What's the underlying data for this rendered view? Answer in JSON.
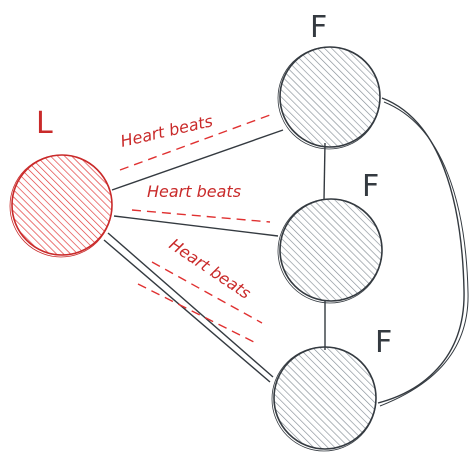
{
  "diagram": {
    "nodes": [
      {
        "id": "leader",
        "label": "L",
        "role": "leader",
        "color": "#c92a2a"
      },
      {
        "id": "follower-1",
        "label": "F",
        "role": "follower",
        "color": "#343a40"
      },
      {
        "id": "follower-2",
        "label": "F",
        "role": "follower",
        "color": "#343a40"
      },
      {
        "id": "follower-3",
        "label": "F",
        "role": "follower",
        "color": "#343a40"
      }
    ],
    "edges": [
      {
        "from": "leader",
        "to": "follower-1",
        "label": "Heart beats"
      },
      {
        "from": "leader",
        "to": "follower-2",
        "label": "Heart beats"
      },
      {
        "from": "leader",
        "to": "follower-3",
        "label": "Heart beats"
      },
      {
        "from": "follower-1",
        "to": "follower-2",
        "label": ""
      },
      {
        "from": "follower-2",
        "to": "follower-3",
        "label": ""
      },
      {
        "from": "follower-1",
        "to": "follower-3",
        "label": ""
      }
    ],
    "colors": {
      "leader_fill": "#ff8787",
      "follower_fill": "#ced4da",
      "stroke": "#343a40",
      "accent": "#c92a2a"
    }
  }
}
